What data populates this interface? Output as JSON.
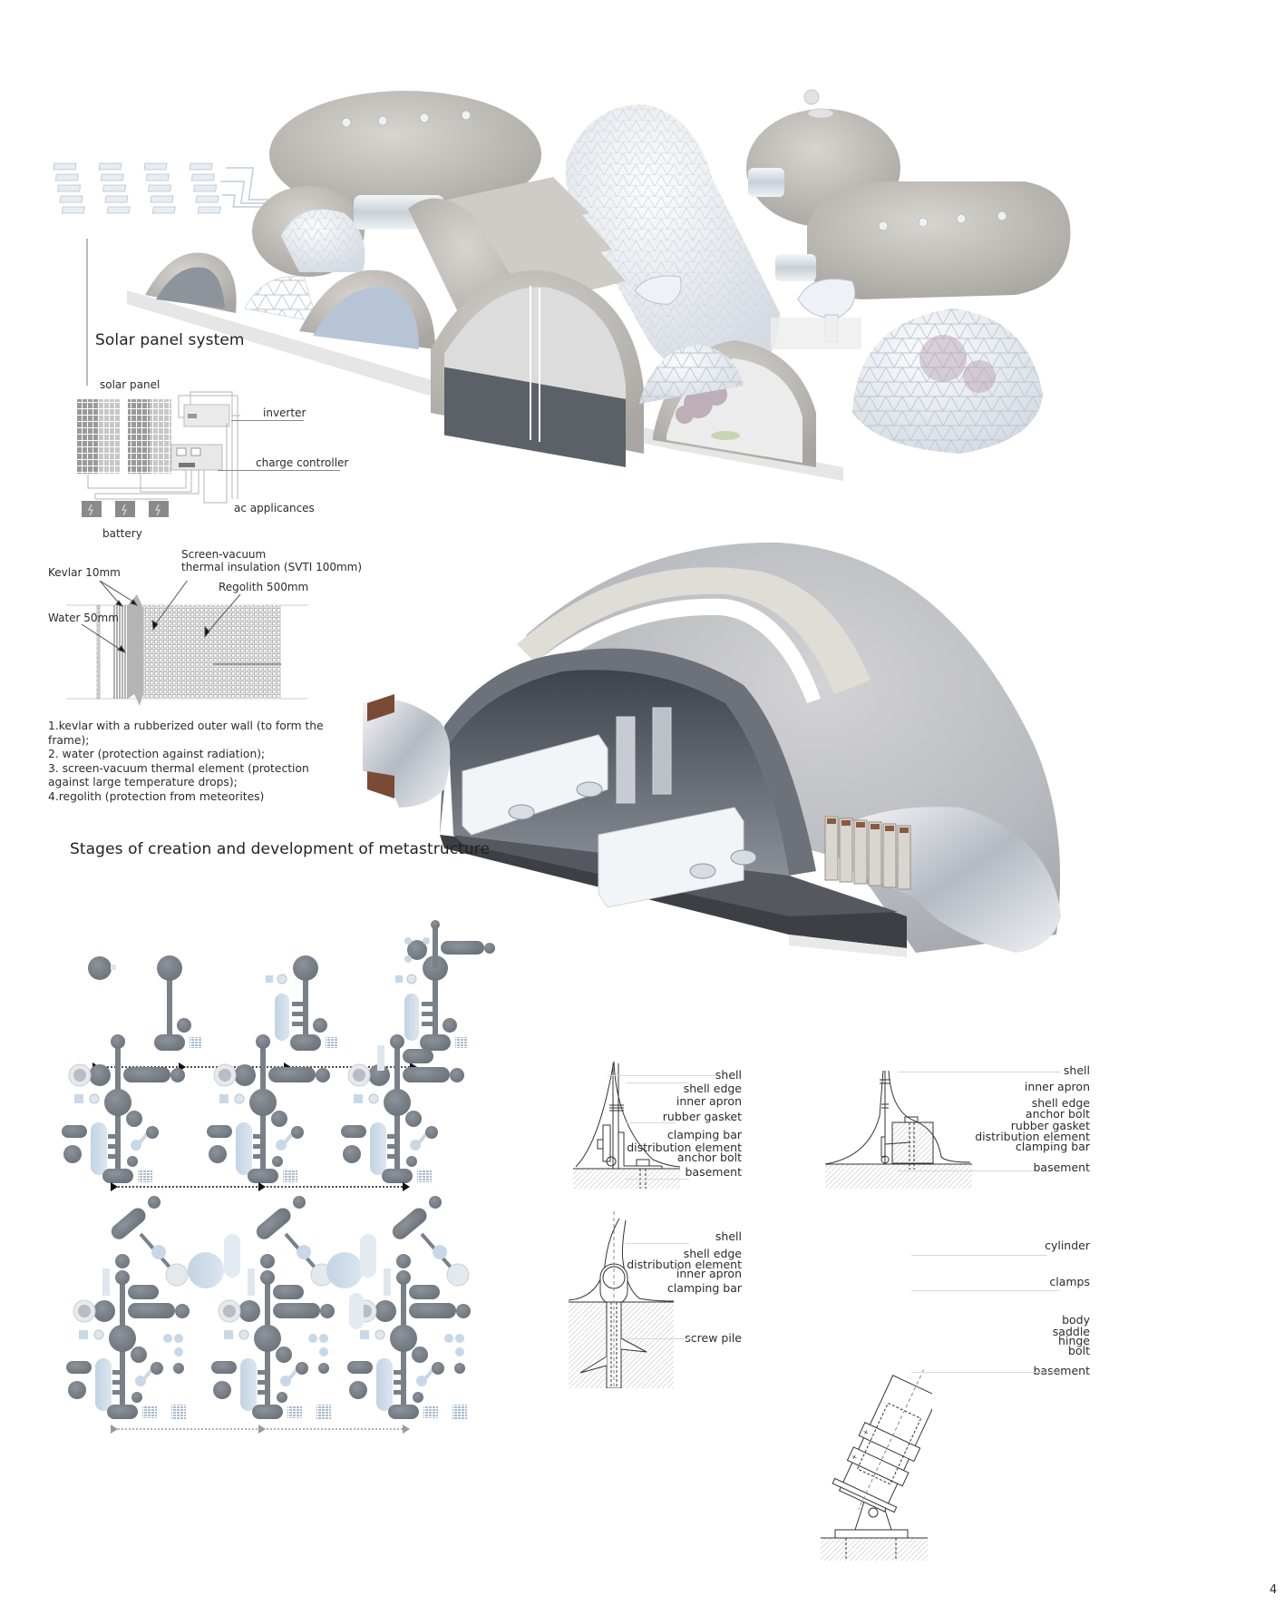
{
  "page_number": "4",
  "hero_render": {
    "description": "Axonometric render of lunar settlement metastructure: regolith-covered inflatable modules, geodesic domes, sectioned habitat and greenhouse modules, connecting tubes, antenna dishes and a solar panel array"
  },
  "solar_panel_system": {
    "title": "Solar panel system",
    "labels": {
      "solar_panel": "solar panel",
      "inverter": "inverter",
      "charge_controller": "charge controller",
      "ac_applicances": "ac applicances",
      "battery": "battery"
    }
  },
  "wall_section": {
    "labels": {
      "kevlar": "Kevlar 10mm",
      "svti_line1": "Screen-vacuum",
      "svti_line2": "thermal insulation (SVTI 100mm)",
      "regolith": "Regolith 500mm",
      "water": "Water 50mm"
    },
    "notes": [
      "1.kevlar with a rubberized outer wall (to form the frame);",
      "2. water (protection against radiation);",
      "3. screen-vacuum thermal element (protection against large temperature drops);",
      "4.regolith (protection from meteorites)"
    ]
  },
  "lab_module_render": {
    "description": "Sectioned regolith-shell laboratory module with white lab benches, sinks, stools and connecting airlock tubes"
  },
  "stages": {
    "title": "Stages of creation and development of metastructure",
    "row1_count": 4,
    "row2_count": 3,
    "row3_count": 3
  },
  "details": {
    "detail1": {
      "labels": [
        "shell",
        "shell edge",
        "inner apron",
        "rubber gasket",
        "clamping bar",
        "distribution element",
        "anchor bolt",
        "basement"
      ]
    },
    "detail2": {
      "labels": [
        "shell",
        "inner apron",
        "shell edge",
        "anchor bolt",
        "rubber gasket",
        "distribution element",
        "clamping bar",
        "basement"
      ]
    },
    "detail3": {
      "labels": [
        "shell",
        "shell edge",
        "distribution element",
        "inner apron",
        "clamping bar",
        "screw pile"
      ]
    },
    "detail4": {
      "labels": [
        "cylinder",
        "clamps",
        "body",
        "saddle",
        "hinge",
        "bolt",
        "basement"
      ]
    }
  },
  "colors": {
    "regolith": "#c9c6c2",
    "regolith_dark": "#a9a6a2",
    "module_gray": "#7b8088",
    "module_light_blue": "#c9d8e6",
    "glass": "#e8edf2",
    "text": "#2b2b2b",
    "leader": "#d9d9d9",
    "hatch": "#bdbdbd"
  }
}
